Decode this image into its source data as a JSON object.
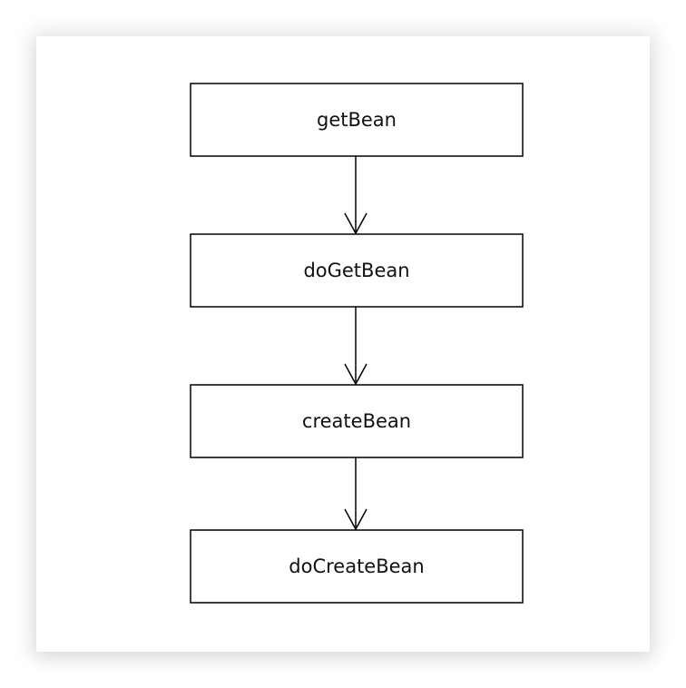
{
  "diagram": {
    "nodes": [
      {
        "id": "n1",
        "label": "getBean"
      },
      {
        "id": "n2",
        "label": "doGetBean"
      },
      {
        "id": "n3",
        "label": "createBean"
      },
      {
        "id": "n4",
        "label": "doCreateBean"
      }
    ],
    "edges": [
      {
        "from": "n1",
        "to": "n2"
      },
      {
        "from": "n2",
        "to": "n3"
      },
      {
        "from": "n3",
        "to": "n4"
      }
    ],
    "colors": {
      "stroke": "#000000",
      "text": "#111111",
      "node_fill": "#ffffff",
      "background": "#ffffff"
    }
  }
}
